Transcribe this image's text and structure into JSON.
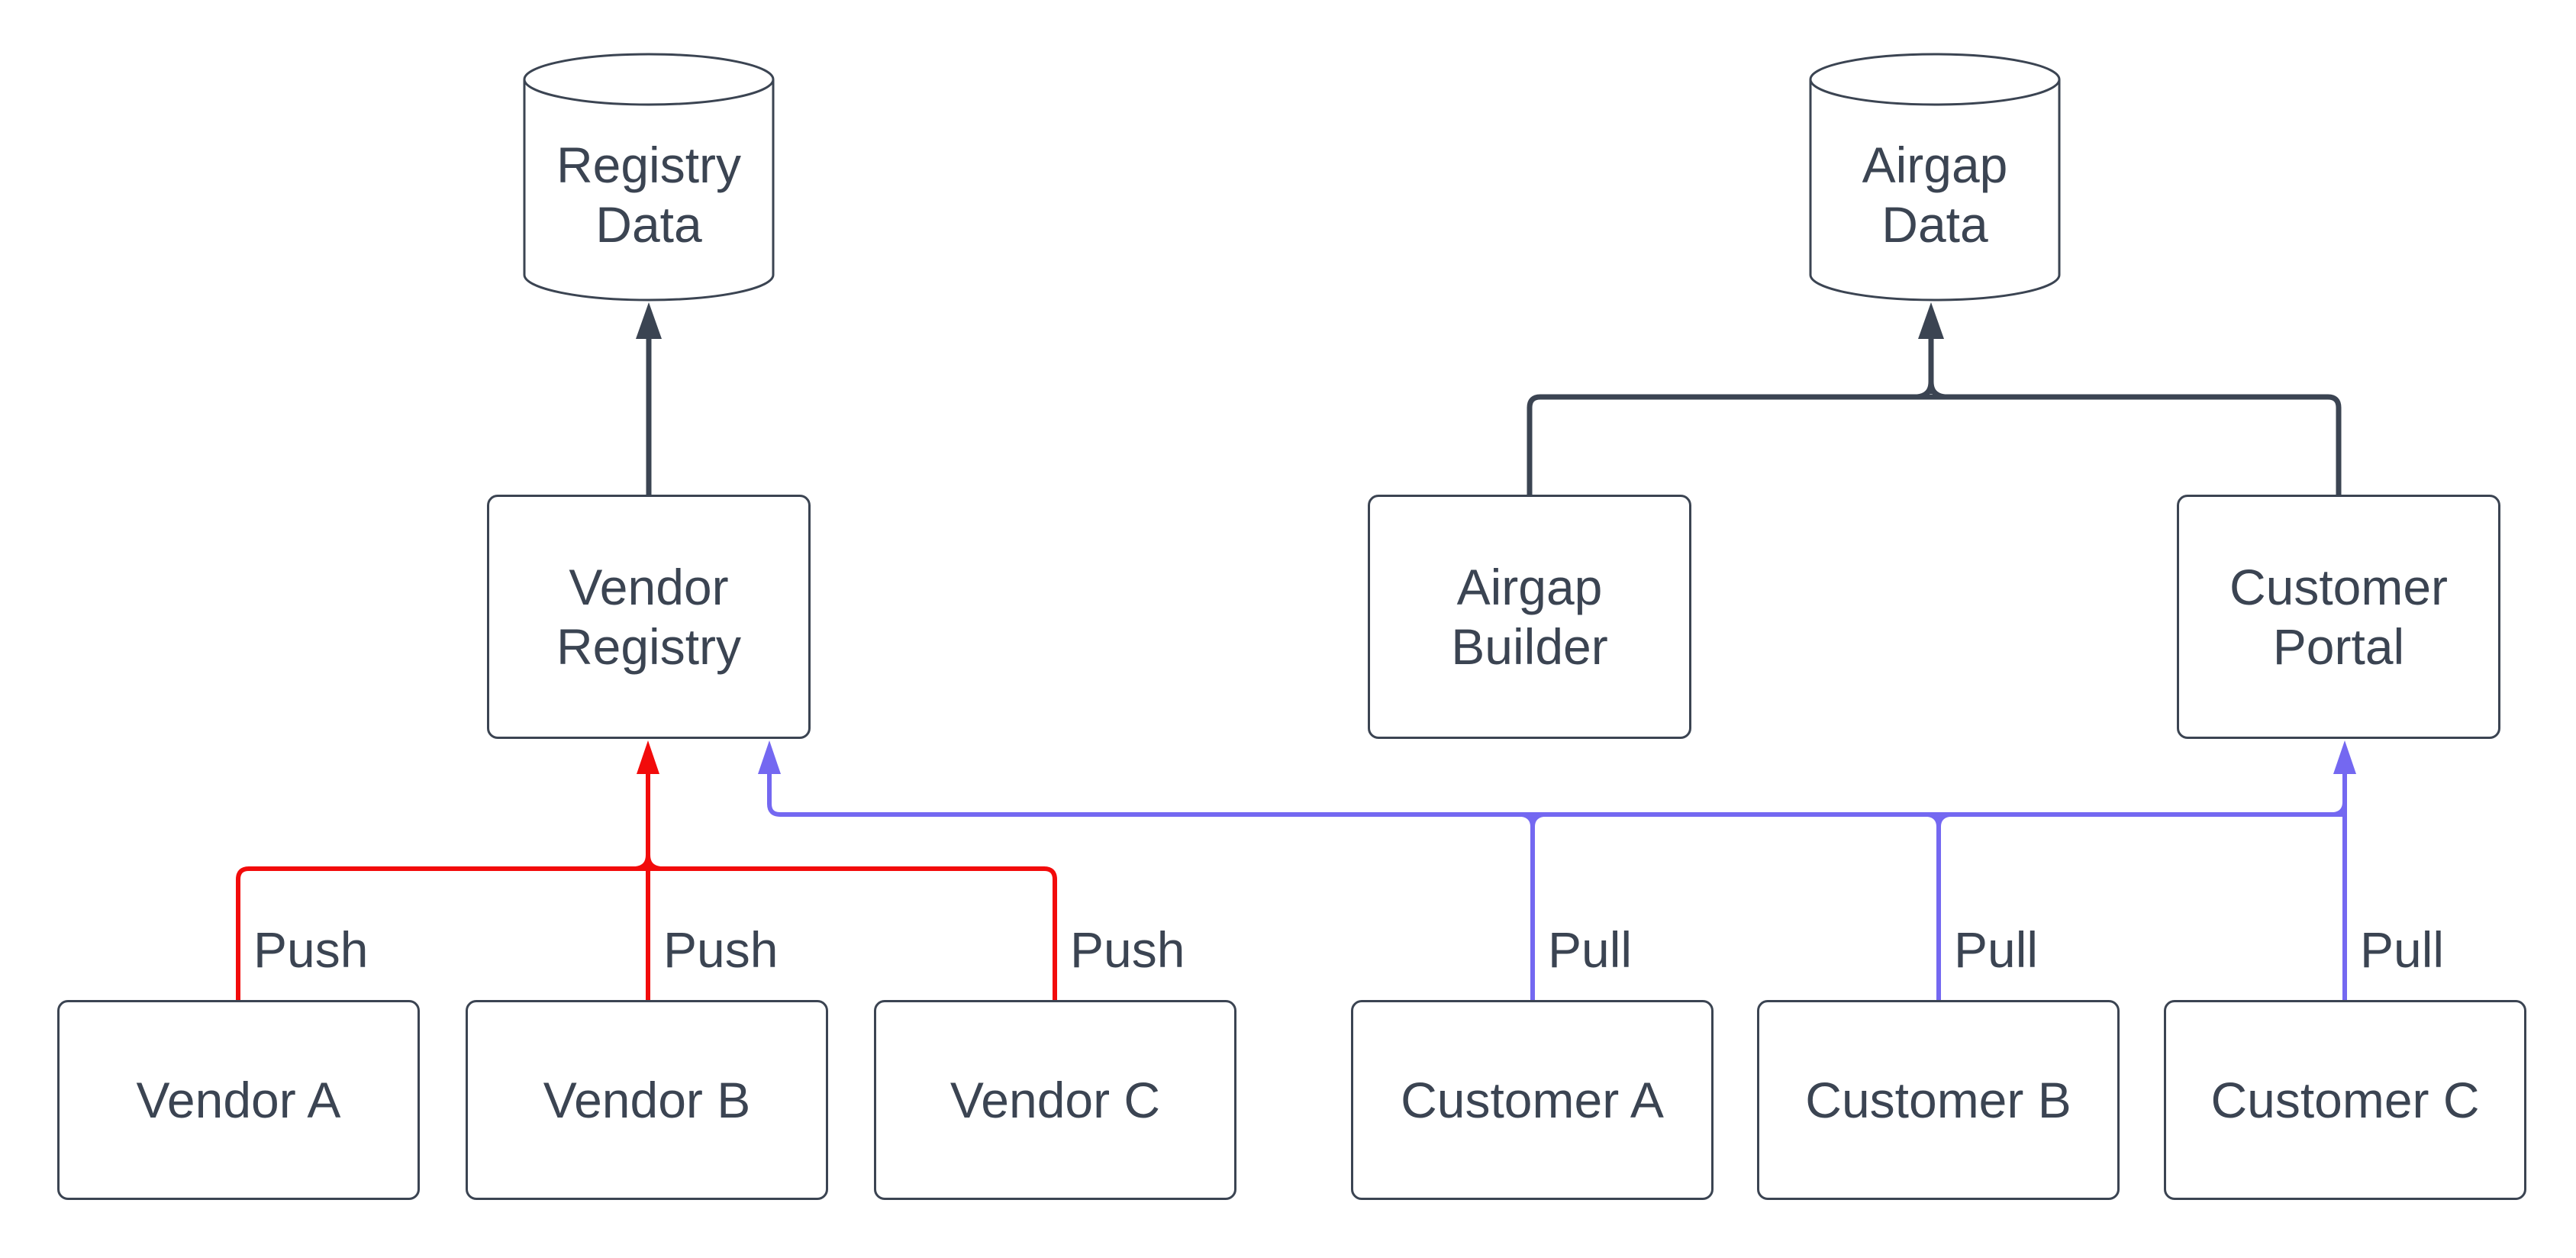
{
  "diagram": {
    "background": "#ffffff",
    "colors": {
      "node_border": "#3b4452",
      "node_text": "#3b4452",
      "dark_edge": "#3b4452",
      "push_edge": "#f20b0b",
      "pull_edge": "#7468f1"
    },
    "datastores": {
      "registry_data": {
        "line1": "Registry",
        "line2": "Data"
      },
      "airgap_data": {
        "line1": "Airgap",
        "line2": "Data"
      }
    },
    "services": {
      "vendor_registry": {
        "line1": "Vendor",
        "line2": "Registry"
      },
      "airgap_builder": {
        "line1": "Airgap",
        "line2": "Builder"
      },
      "customer_portal": {
        "line1": "Customer",
        "line2": "Portal"
      }
    },
    "vendors": [
      {
        "label": "Vendor A"
      },
      {
        "label": "Vendor B"
      },
      {
        "label": "Vendor C"
      }
    ],
    "customers": [
      {
        "label": "Customer A"
      },
      {
        "label": "Customer B"
      },
      {
        "label": "Customer C"
      }
    ],
    "edge_labels": {
      "push": [
        {
          "label": "Push"
        },
        {
          "label": "Push"
        },
        {
          "label": "Push"
        }
      ],
      "pull": [
        {
          "label": "Pull"
        },
        {
          "label": "Pull"
        },
        {
          "label": "Pull"
        }
      ]
    }
  }
}
